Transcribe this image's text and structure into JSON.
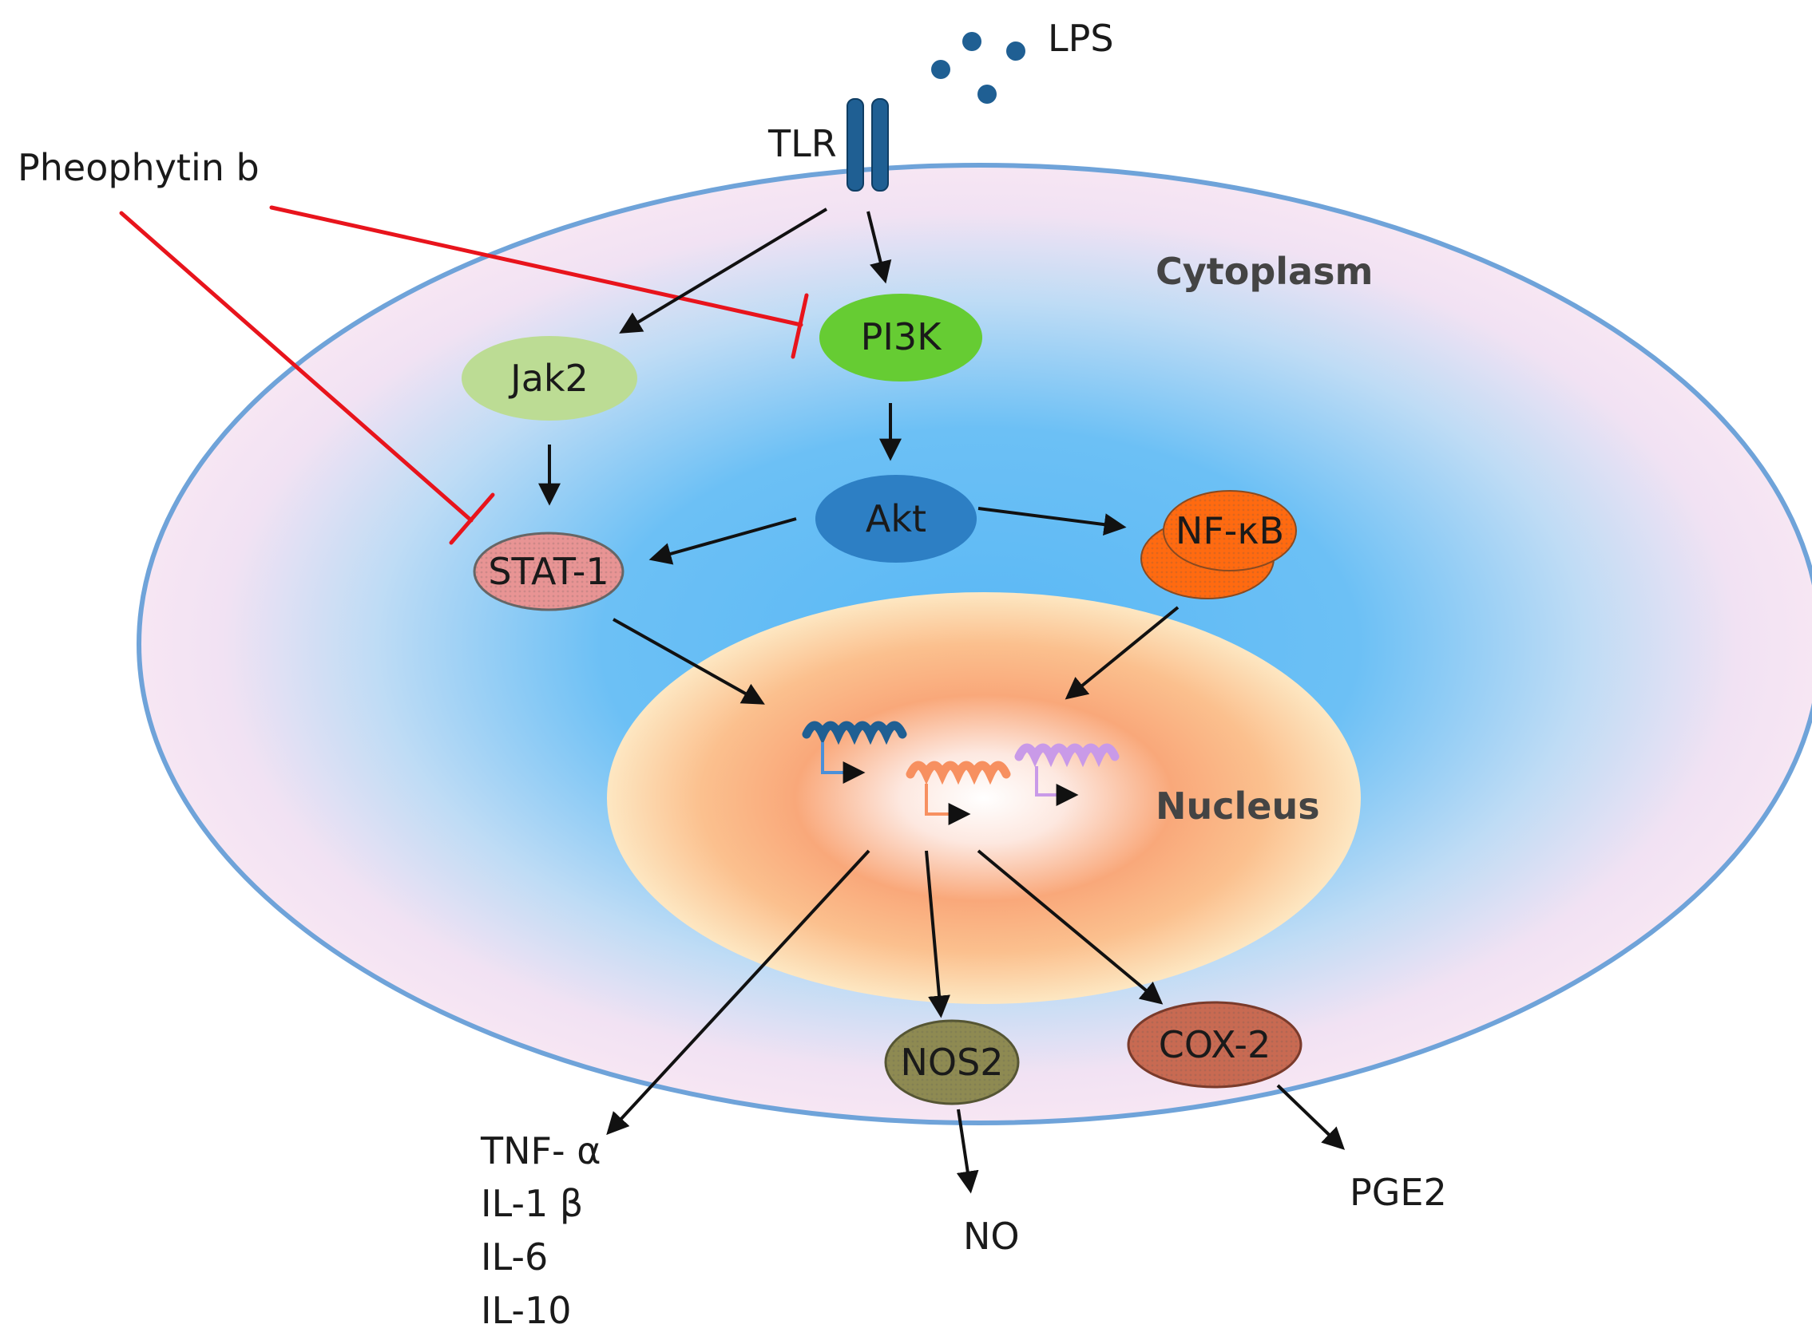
{
  "labels": {
    "lps": "LPS",
    "tlr": "TLR",
    "pheophytin": "Pheophytin b",
    "cytoplasm": "Cytoplasm",
    "nucleus": "Nucleus",
    "pi3k": "PI3K",
    "jak2": "Jak2",
    "akt": "Akt",
    "stat1": "STAT-1",
    "nfkb": "NF-κB",
    "nos2": "NOS2",
    "cox2": "COX-2",
    "no": "NO",
    "pge2": "PGE2",
    "cytokines": [
      "TNF- α",
      "IL-1 β",
      "IL-6",
      "IL-10"
    ]
  },
  "colors": {
    "membrane": "#6fa3d9",
    "cytoplasm_outer": "#f7e6f3",
    "cytoplasm_inner": "#5ab8f5",
    "inhibition": "#e8141c",
    "arrow": "#111111",
    "pi3k": "#66cc33",
    "jak2": "#bcdc94",
    "akt": "#2d7fc4",
    "stat1": "#e89494",
    "nfkb": "#ff6a10",
    "nos2": "#8e8a52",
    "cox2": "#c86a52",
    "tlr": "#1f5f93"
  }
}
